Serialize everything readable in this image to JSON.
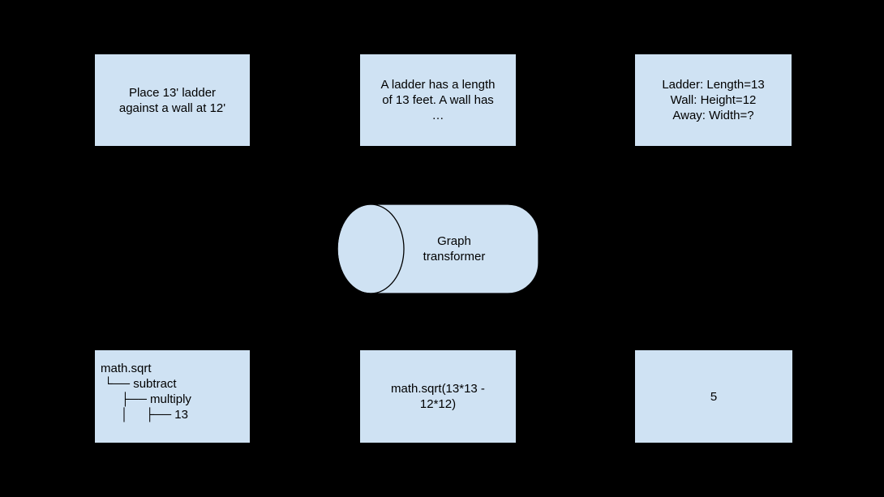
{
  "diagram": {
    "background_color": "#000000",
    "node_fill_color": "#cfe2f3",
    "node_text_color": "#000000",
    "outline_color": "#000000",
    "inputs": [
      {
        "lines": [
          "Place 13' ladder",
          "against a wall at 12'"
        ]
      },
      {
        "lines": [
          "A ladder has a length",
          "of 13 feet. A wall has",
          "…"
        ]
      },
      {
        "lines": [
          "Ladder: Length=13",
          "Wall: Height=12",
          "Away: Width=?"
        ]
      }
    ],
    "transformer": {
      "lines": [
        "Graph",
        "transformer"
      ]
    },
    "outputs": [
      {
        "lines": [
          "math.sqrt",
          " └── subtract",
          "      ├── multiply",
          "      │     ├── 13"
        ]
      },
      {
        "lines": [
          "math.sqrt(13*13 -",
          "12*12)"
        ]
      },
      {
        "lines": [
          "5"
        ]
      }
    ]
  }
}
